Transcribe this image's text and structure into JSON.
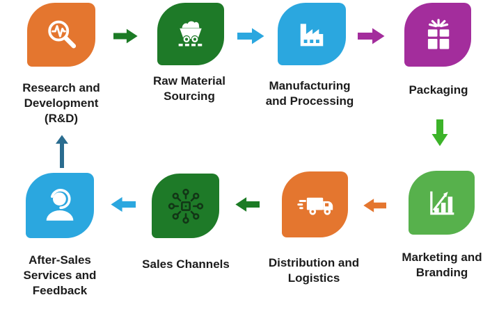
{
  "diagram": {
    "background": "#FFFFFF",
    "text_color": "#1C1C1C",
    "stages": [
      {
        "id": "rnd",
        "lines": [
          "Research and",
          "Development",
          "(R&D)"
        ],
        "color": "#E4762F",
        "icon": "magnifier-pulse-icon"
      },
      {
        "id": "raw-material",
        "lines": [
          "Raw Material",
          "Sourcing"
        ],
        "color": "#1E7A28",
        "icon": "mine-cart-icon"
      },
      {
        "id": "manufacturing",
        "lines": [
          "Manufacturing",
          "and Processing"
        ],
        "color": "#2BA7DF",
        "icon": "factory-icon"
      },
      {
        "id": "packaging",
        "lines": [
          "Packaging"
        ],
        "color": "#A32D9C",
        "icon": "gift-box-icon"
      },
      {
        "id": "marketing",
        "lines": [
          "Marketing and",
          "Branding"
        ],
        "color": "#57B14C",
        "icon": "bar-chart-growth-icon"
      },
      {
        "id": "distribution",
        "lines": [
          "Distribution and",
          "Logistics"
        ],
        "color": "#E4762F",
        "icon": "delivery-truck-icon"
      },
      {
        "id": "sales",
        "lines": [
          "Sales Channels"
        ],
        "color": "#1E7A28",
        "icon": "network-hub-icon"
      },
      {
        "id": "after-sales",
        "lines": [
          "After-Sales",
          "Services and",
          "Feedback"
        ],
        "color": "#2BA7DF",
        "icon": "support-headset-icon"
      }
    ],
    "arrows": [
      {
        "from": "rnd",
        "to": "raw-material",
        "direction": "right",
        "color": "#1C7B25"
      },
      {
        "from": "raw-material",
        "to": "manufacturing",
        "direction": "right",
        "color": "#2BA7DF"
      },
      {
        "from": "manufacturing",
        "to": "packaging",
        "direction": "right",
        "color": "#A32D9C"
      },
      {
        "from": "packaging",
        "to": "marketing",
        "direction": "down",
        "color": "#3CB329"
      },
      {
        "from": "marketing",
        "to": "distribution",
        "direction": "left",
        "color": "#E4762F"
      },
      {
        "from": "distribution",
        "to": "sales",
        "direction": "left",
        "color": "#1C7B25"
      },
      {
        "from": "sales",
        "to": "after-sales",
        "direction": "left",
        "color": "#2BA7DF"
      },
      {
        "from": "after-sales",
        "to": "rnd",
        "direction": "up",
        "color": "#2A6C8F"
      }
    ]
  }
}
